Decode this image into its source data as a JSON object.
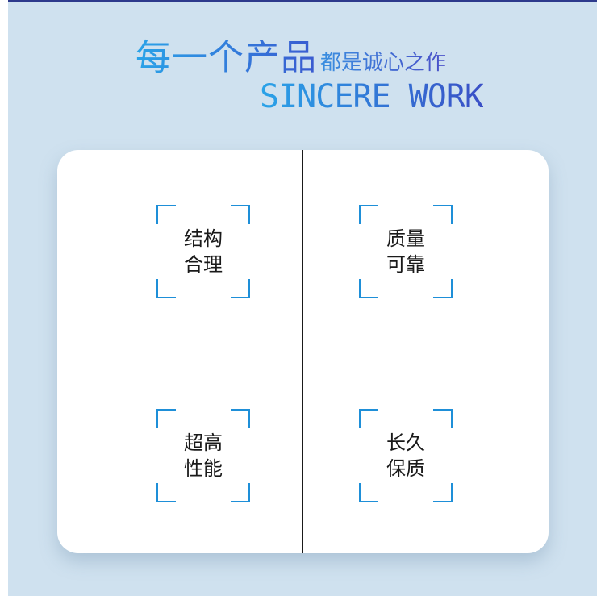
{
  "header": {
    "title_main": "每一个产品",
    "title_sub": "都是诚心之作",
    "title_en": "SINCERE WORK"
  },
  "features": [
    {
      "line1": "结构",
      "line2": "合理"
    },
    {
      "line1": "质量",
      "line2": "可靠"
    },
    {
      "line1": "超高",
      "line2": "性能"
    },
    {
      "line1": "长久",
      "line2": "保质"
    }
  ],
  "colors": {
    "background": "#cfe1ef",
    "accent_blue": "#1e8fd8",
    "top_bar": "#2d3a8c",
    "card": "#ffffff"
  }
}
